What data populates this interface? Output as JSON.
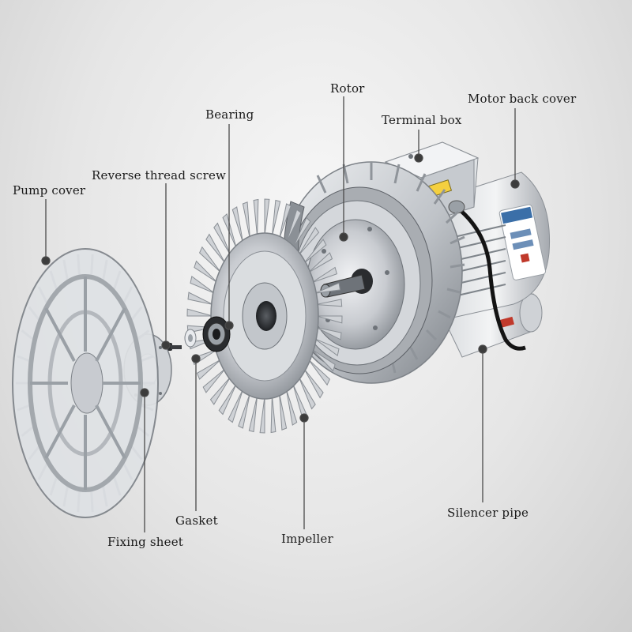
{
  "labels": {
    "pump_cover": "Pump cover",
    "reverse_thread_screw": "Reverse thread screw",
    "bearing": "Bearing",
    "rotor": "Rotor",
    "terminal_box": "Terminal box",
    "motor_back_cover": "Motor back cover",
    "fixing_sheet": "Fixing sheet",
    "gasket": "Gasket",
    "impeller": "Impeller",
    "silencer_pipe": "Silencer pipe"
  },
  "colors": {
    "leader_line": "#4a4a4a",
    "callout_dot": "#3c3c3c",
    "metal_light": "#e9ebee",
    "metal_mid": "#b9bdc2",
    "metal_dark": "#6e7379",
    "motor_label_blue": "#3b6fa8",
    "cable": "#141414"
  }
}
